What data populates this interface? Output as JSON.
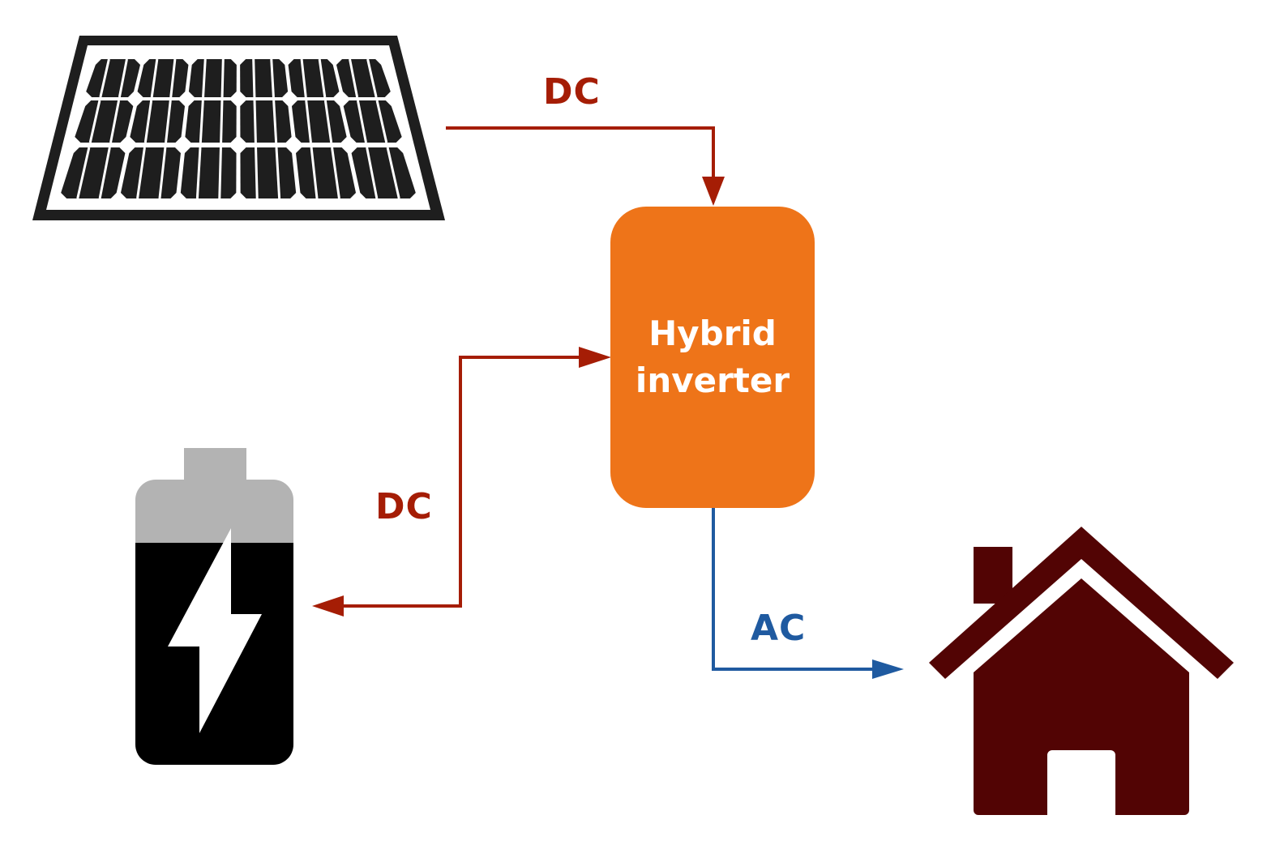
{
  "labels": {
    "dc_top": "DC",
    "dc_battery": "DC",
    "ac": "AC"
  },
  "inverter": {
    "line1": "Hybrid",
    "line2": "inverter"
  },
  "icons": {
    "solar": "solar-panel-icon",
    "battery": "battery-charging-icon",
    "house": "house-icon"
  },
  "colors": {
    "dc": "#a51d05",
    "ac": "#1f5aa0",
    "inverter": "#ee7419",
    "house": "#520404",
    "battery_cap": "#b3b3b3",
    "battery_body": "#000000"
  }
}
